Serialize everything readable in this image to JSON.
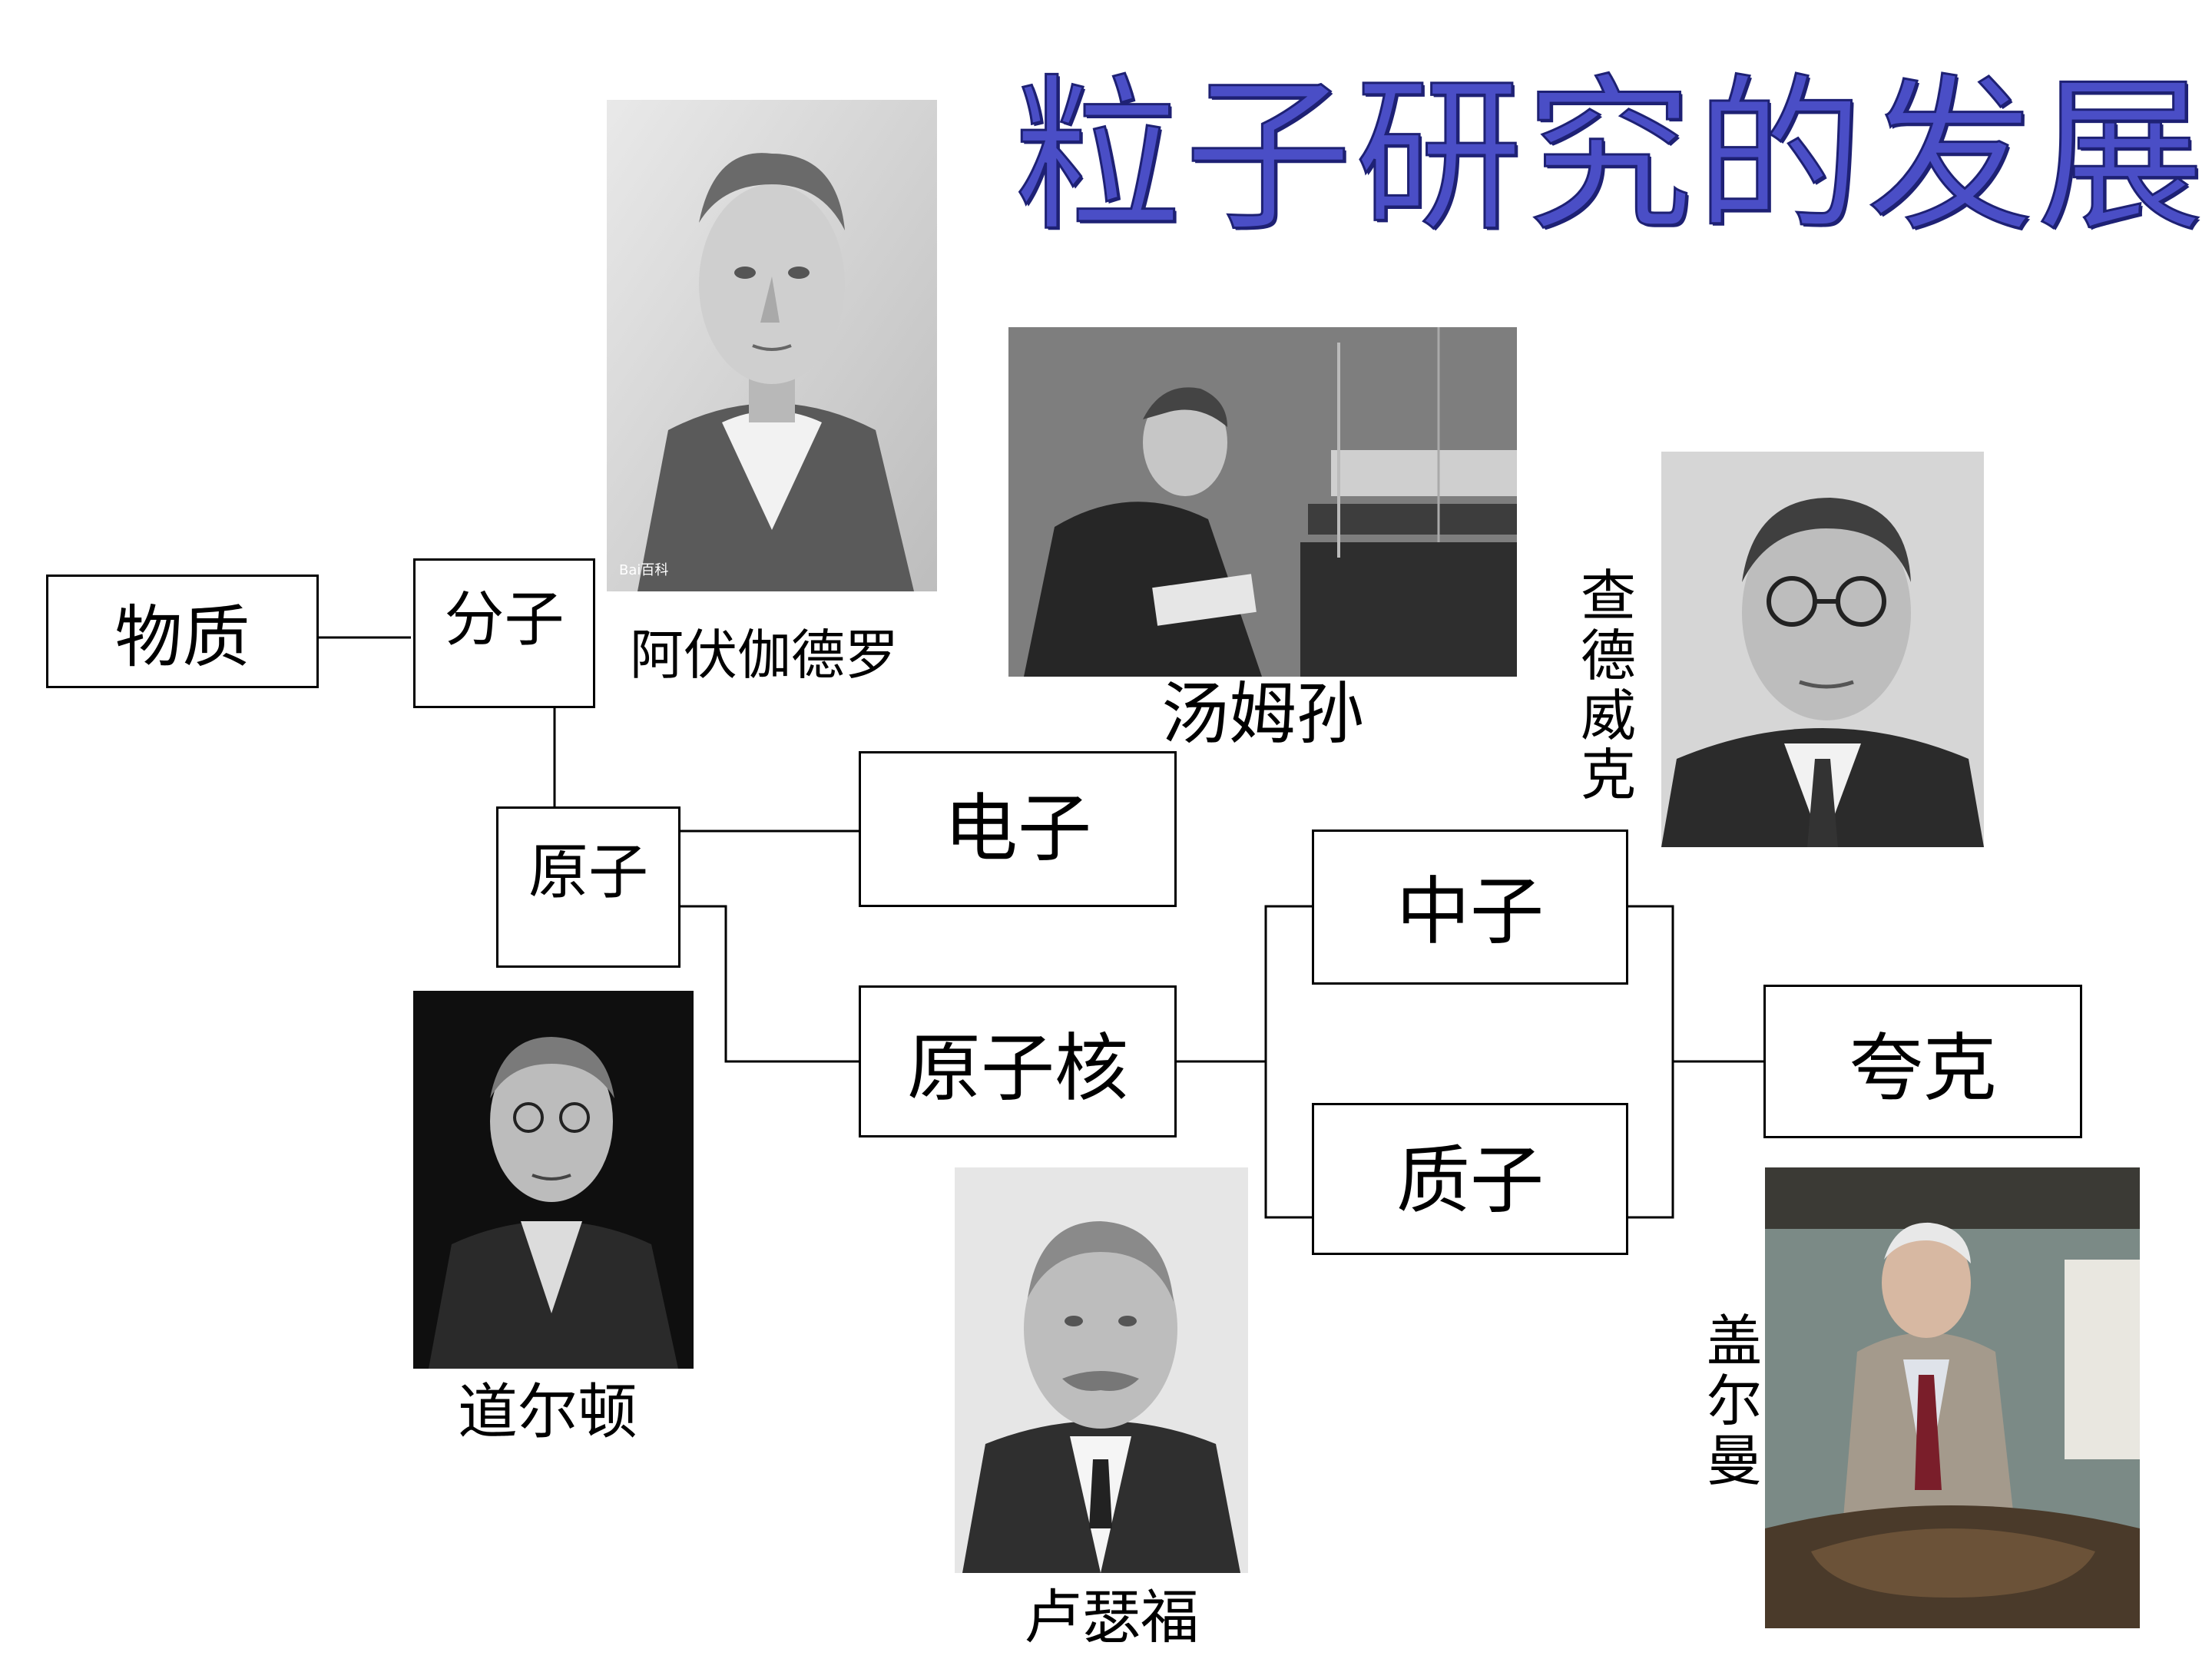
{
  "title": "粒子研究的发展",
  "nodes": {
    "matter": "物质",
    "molecule": "分子",
    "atom": "原子",
    "electron": "电子",
    "nucleus": "原子核",
    "neutron": "中子",
    "proton": "质子",
    "quark": "夸克"
  },
  "scientists": {
    "avogadro": "阿伏伽德罗",
    "thomson": "汤姆孙",
    "chadwick": "查德威克",
    "dalton": "道尔顿",
    "rutherford": "卢瑟福",
    "gellmann": "盖尔曼"
  },
  "watermark": "Bai百科",
  "colors": {
    "title_fill": "#4a4ec6",
    "title_outline": "#1e2174",
    "box_border": "#000000"
  }
}
